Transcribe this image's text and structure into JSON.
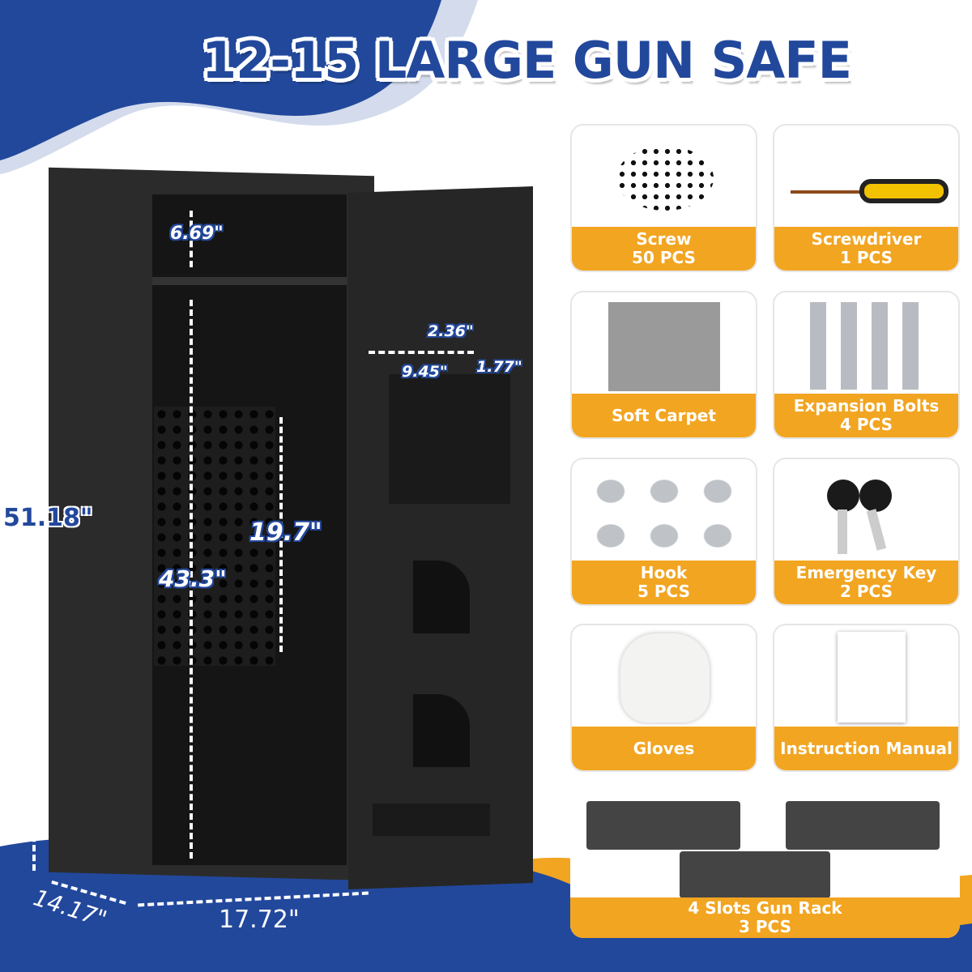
{
  "title": "12-15 LARGE GUN SAFE",
  "colors": {
    "brand_blue": "#22489c",
    "accent_orange": "#f2a521",
    "safe_body": "#2b2b2b"
  },
  "dimensions": {
    "height": "51.18\"",
    "depth": "14.17\"",
    "width": "17.72\"",
    "top_shelf": "6.69\"",
    "main_compartment": "43.3\"",
    "pegboard": "19.7\"",
    "door_pocket_width": "9.45\"",
    "door_pocket_height": "2.36\"",
    "door_pocket_depth": "1.77\""
  },
  "accessories": [
    {
      "name": "Screw",
      "qty": "50 PCS",
      "icon": "screws-image"
    },
    {
      "name": "Screwdriver",
      "qty": "1 PCS",
      "icon": "screwdriver-image"
    },
    {
      "name": "Soft Carpet",
      "qty": "",
      "icon": "carpet-image"
    },
    {
      "name": "Expansion Bolts",
      "qty": "4 PCS",
      "icon": "bolts-image"
    },
    {
      "name": "Hook",
      "qty": "5 PCS",
      "icon": "hooks-image"
    },
    {
      "name": "Emergency Key",
      "qty": "2 PCS",
      "icon": "keys-image"
    },
    {
      "name": "Gloves",
      "qty": "",
      "icon": "gloves-image"
    },
    {
      "name": "Instruction Manual",
      "qty": "",
      "icon": "manual-image"
    },
    {
      "name": "4 Slots Gun Rack",
      "qty": "3 PCS",
      "icon": "gun-rack-image"
    }
  ]
}
